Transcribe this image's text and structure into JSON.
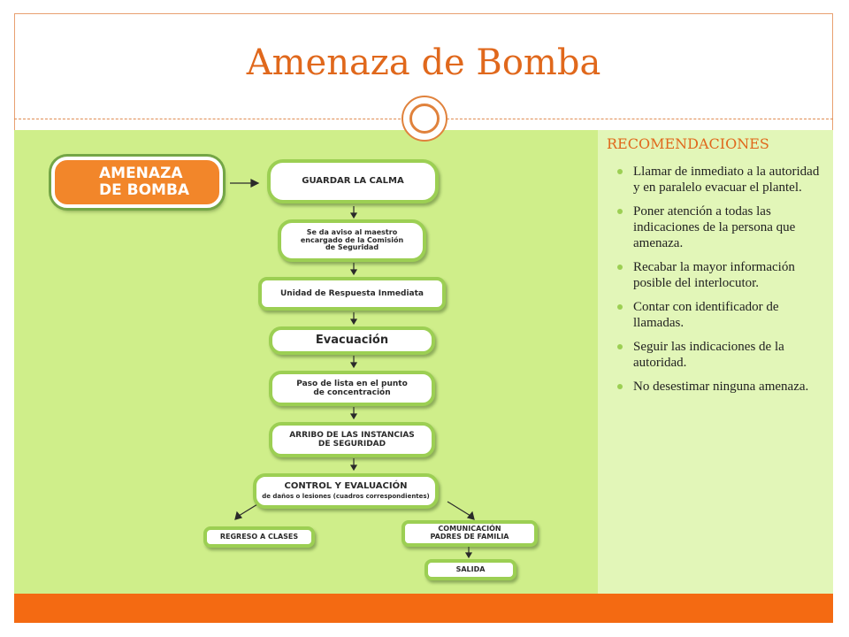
{
  "slide": {
    "title": "Amenaza de Bomba"
  },
  "diagram": {
    "start": {
      "line1": "AMENAZA",
      "line2": "DE BOMBA"
    },
    "steps": [
      {
        "text": "GUARDAR LA CALMA"
      },
      {
        "line1": "Se da aviso al maestro",
        "line2": "encargado de la Comisión",
        "line3": "de Seguridad"
      },
      {
        "text": "Unidad de Respuesta Inmediata"
      },
      {
        "text": "Evacuación"
      },
      {
        "line1": "Paso de lista en el punto",
        "line2": "de concentración"
      },
      {
        "line1": "ARRIBO DE LAS INSTANCIAS",
        "line2": "DE SEGURIDAD"
      },
      {
        "text": "CONTROL Y EVALUACIÓN",
        "sub": "de daños o lesiones (cuadros correspondientes)"
      }
    ],
    "branch_left": {
      "text": "REGRESO A CLASES"
    },
    "branch_right": {
      "line1": "COMUNICACIÓN",
      "line2": "PADRES DE FAMILIA"
    },
    "final": {
      "text": "SALIDA"
    }
  },
  "recommendations": {
    "heading": "RECOMENDACIONES",
    "items": [
      "Llamar de inmediato a la autoridad y en paralelo evacuar el plantel.",
      "Poner atención a todas las indicaciones de la persona que amenaza.",
      "Recabar la mayor información posible del interlocutor.",
      "Contar con identificador de llamadas.",
      "Seguir las indicaciones de la autoridad.",
      "No desestimar  ninguna amenaza."
    ]
  },
  "colors": {
    "accent_orange": "#e0681c",
    "footer": "#f46a12",
    "diagram_bg": "#cfee8a",
    "side_bg": "#e2f6b8",
    "box_border": "#9ccf53"
  }
}
